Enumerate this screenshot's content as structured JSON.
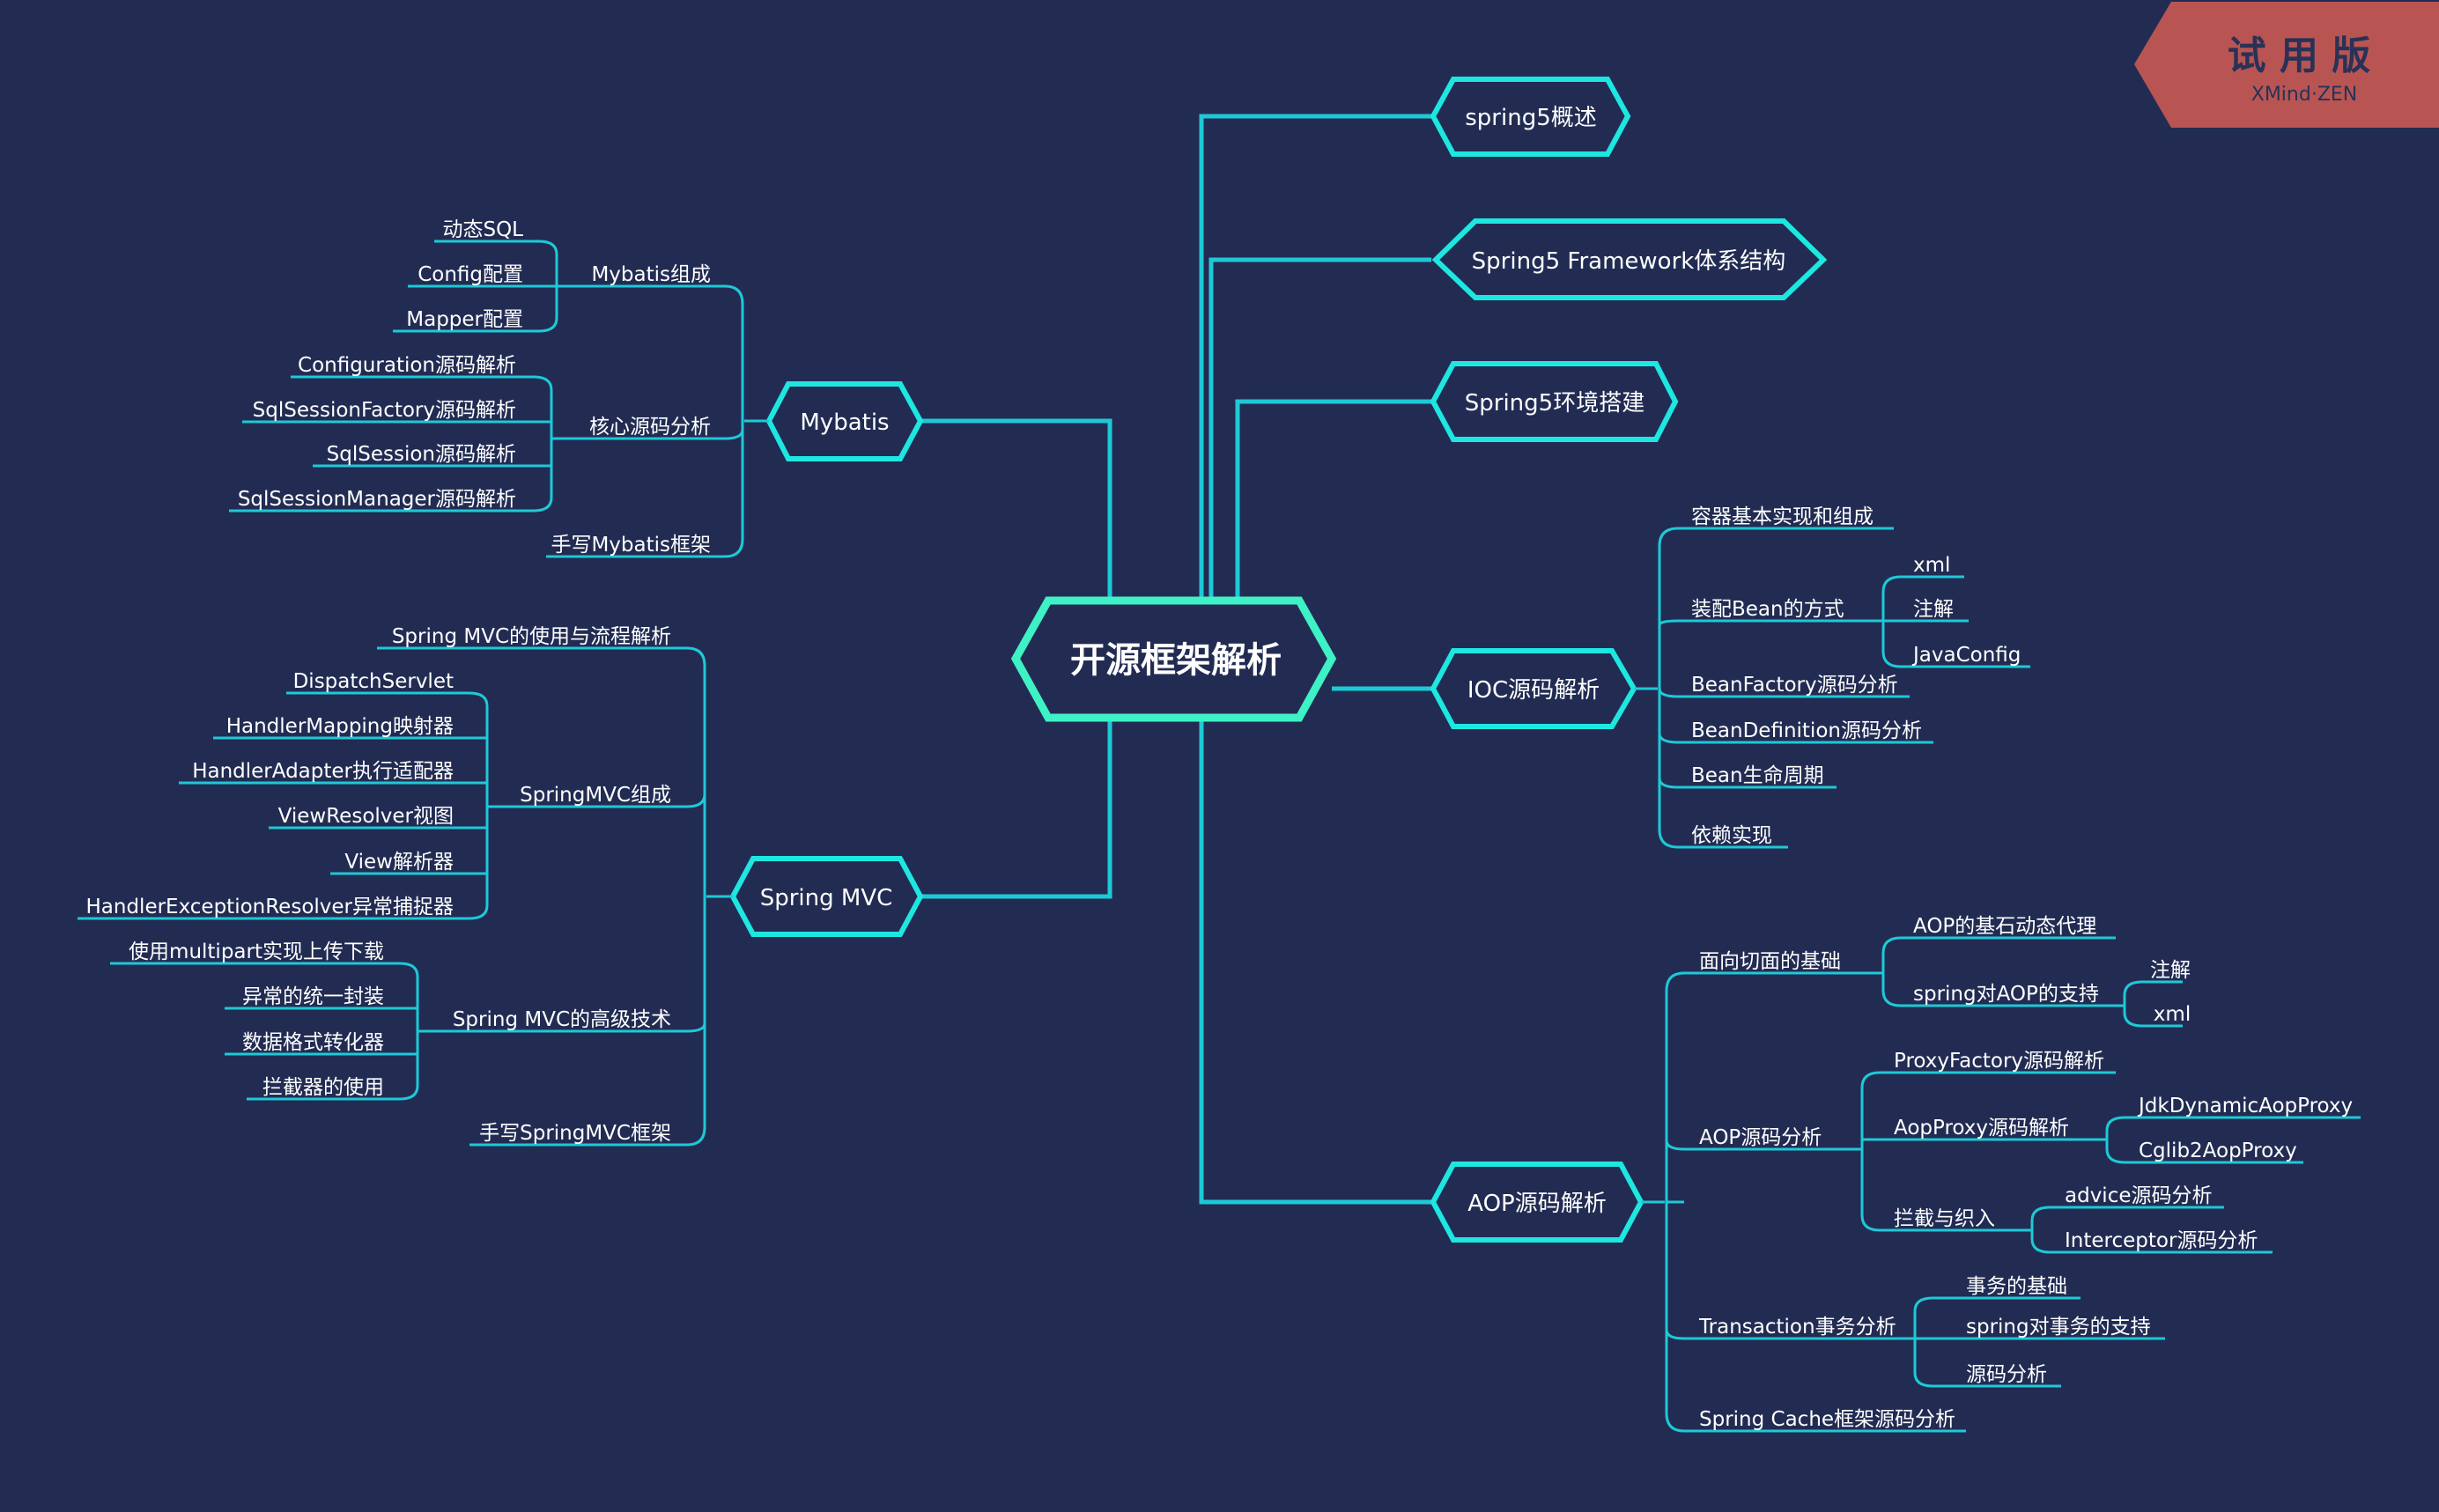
{
  "watermark": {
    "title": "试 用 版",
    "subtitle": "XMind·ZEN"
  },
  "root": "开源框架解析",
  "branches": {
    "spring5_overview": "spring5概述",
    "spring5_framework": "Spring5 Framework体系结构",
    "spring5_env": "Spring5环境搭建",
    "ioc": {
      "label": "IOC源码解析",
      "container_basics": "容器基本实现和组成",
      "bean_assembly": "装配Bean的方式",
      "bean_assembly_items": [
        "xml",
        "注解",
        "JavaConfig"
      ],
      "beanfactory": "BeanFactory源码分析",
      "beandefinition": "BeanDefinition源码分析",
      "bean_lifecycle": "Bean生命周期",
      "dependency": "依赖实现"
    },
    "aop": {
      "label": "AOP源码解析",
      "aspect_basics": "面向切面的基础",
      "aop_proxy_basis": "AOP的基石动态代理",
      "spring_aop_support": "spring对AOP的支持",
      "spring_aop_support_items": [
        "注解",
        "xml"
      ],
      "aop_source": "AOP源码分析",
      "proxyfactory": "ProxyFactory源码解析",
      "aopproxy": "AopProxy源码解析",
      "aopproxy_items": [
        "JdkDynamicAopProxy",
        "Cglib2AopProxy"
      ],
      "intercept_weave": "拦截与织入",
      "intercept_items": [
        "advice源码分析",
        "Interceptor源码分析"
      ],
      "transaction": "Transaction事务分析",
      "transaction_items": [
        "事务的基础",
        "spring对事务的支持",
        "源码分析"
      ],
      "spring_cache": "Spring Cache框架源码分析"
    },
    "mybatis": {
      "label": "Mybatis",
      "composition": "Mybatis组成",
      "composition_items": [
        "动态SQL",
        "Config配置",
        "Mapper配置"
      ],
      "core_source": "核心源码分析",
      "core_items": [
        "Configuration源码解析",
        "SqlSessionFactory源码解析",
        "SqlSession源码解析",
        "SqlSessionManager源码解析"
      ],
      "handwrite": "手写Mybatis框架"
    },
    "springmvc": {
      "label": "Spring MVC",
      "usage_flow": "Spring MVC的使用与流程解析",
      "components": "SpringMVC组成",
      "components_items": [
        "DispatchServlet",
        "HandlerMapping映射器",
        "HandlerAdapter执行适配器",
        "ViewResolver视图",
        "View解析器",
        "HandlerExceptionResolver异常捕捉器"
      ],
      "advanced": "Spring MVC的高级技术",
      "advanced_items": [
        "使用multipart实现上传下载",
        "异常的统一封装",
        "数据格式转化器",
        "拦截器的使用"
      ],
      "handwrite": "手写SpringMVC框架"
    }
  }
}
